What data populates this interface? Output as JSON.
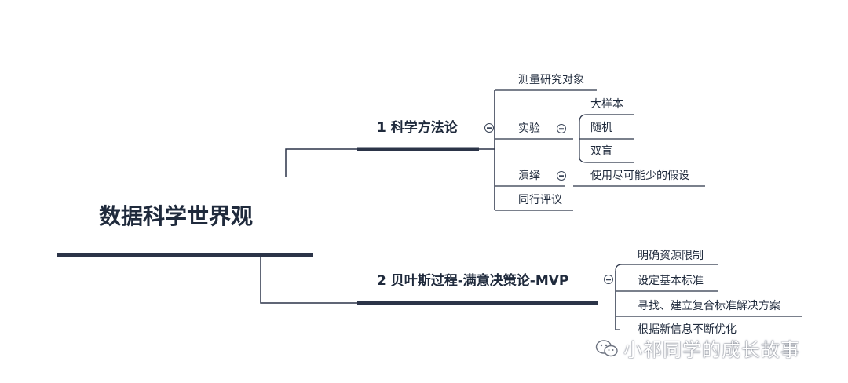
{
  "root": {
    "label": "数据科学世界观"
  },
  "branches": [
    {
      "label": "1 科学方法论",
      "children": [
        {
          "label": "测量研究对象"
        },
        {
          "label": "实验",
          "children": [
            "大样本",
            "随机",
            "双盲"
          ]
        },
        {
          "label": "演绎",
          "children": [
            "使用尽可能少的假设"
          ]
        },
        {
          "label": "同行评议"
        }
      ]
    },
    {
      "label": "2 贝叶斯过程-满意决策论-MVP",
      "children": [
        {
          "label": "明确资源限制"
        },
        {
          "label": "设定基本标准"
        },
        {
          "label": "寻找、建立复合标准解决方案"
        },
        {
          "label": "根据新信息不断优化"
        }
      ]
    }
  ],
  "watermark": {
    "text": "小祁同学的成长故事",
    "icon": "wechat-icon"
  },
  "colors": {
    "line": "#2b3448",
    "text": "#1f2a3c"
  }
}
